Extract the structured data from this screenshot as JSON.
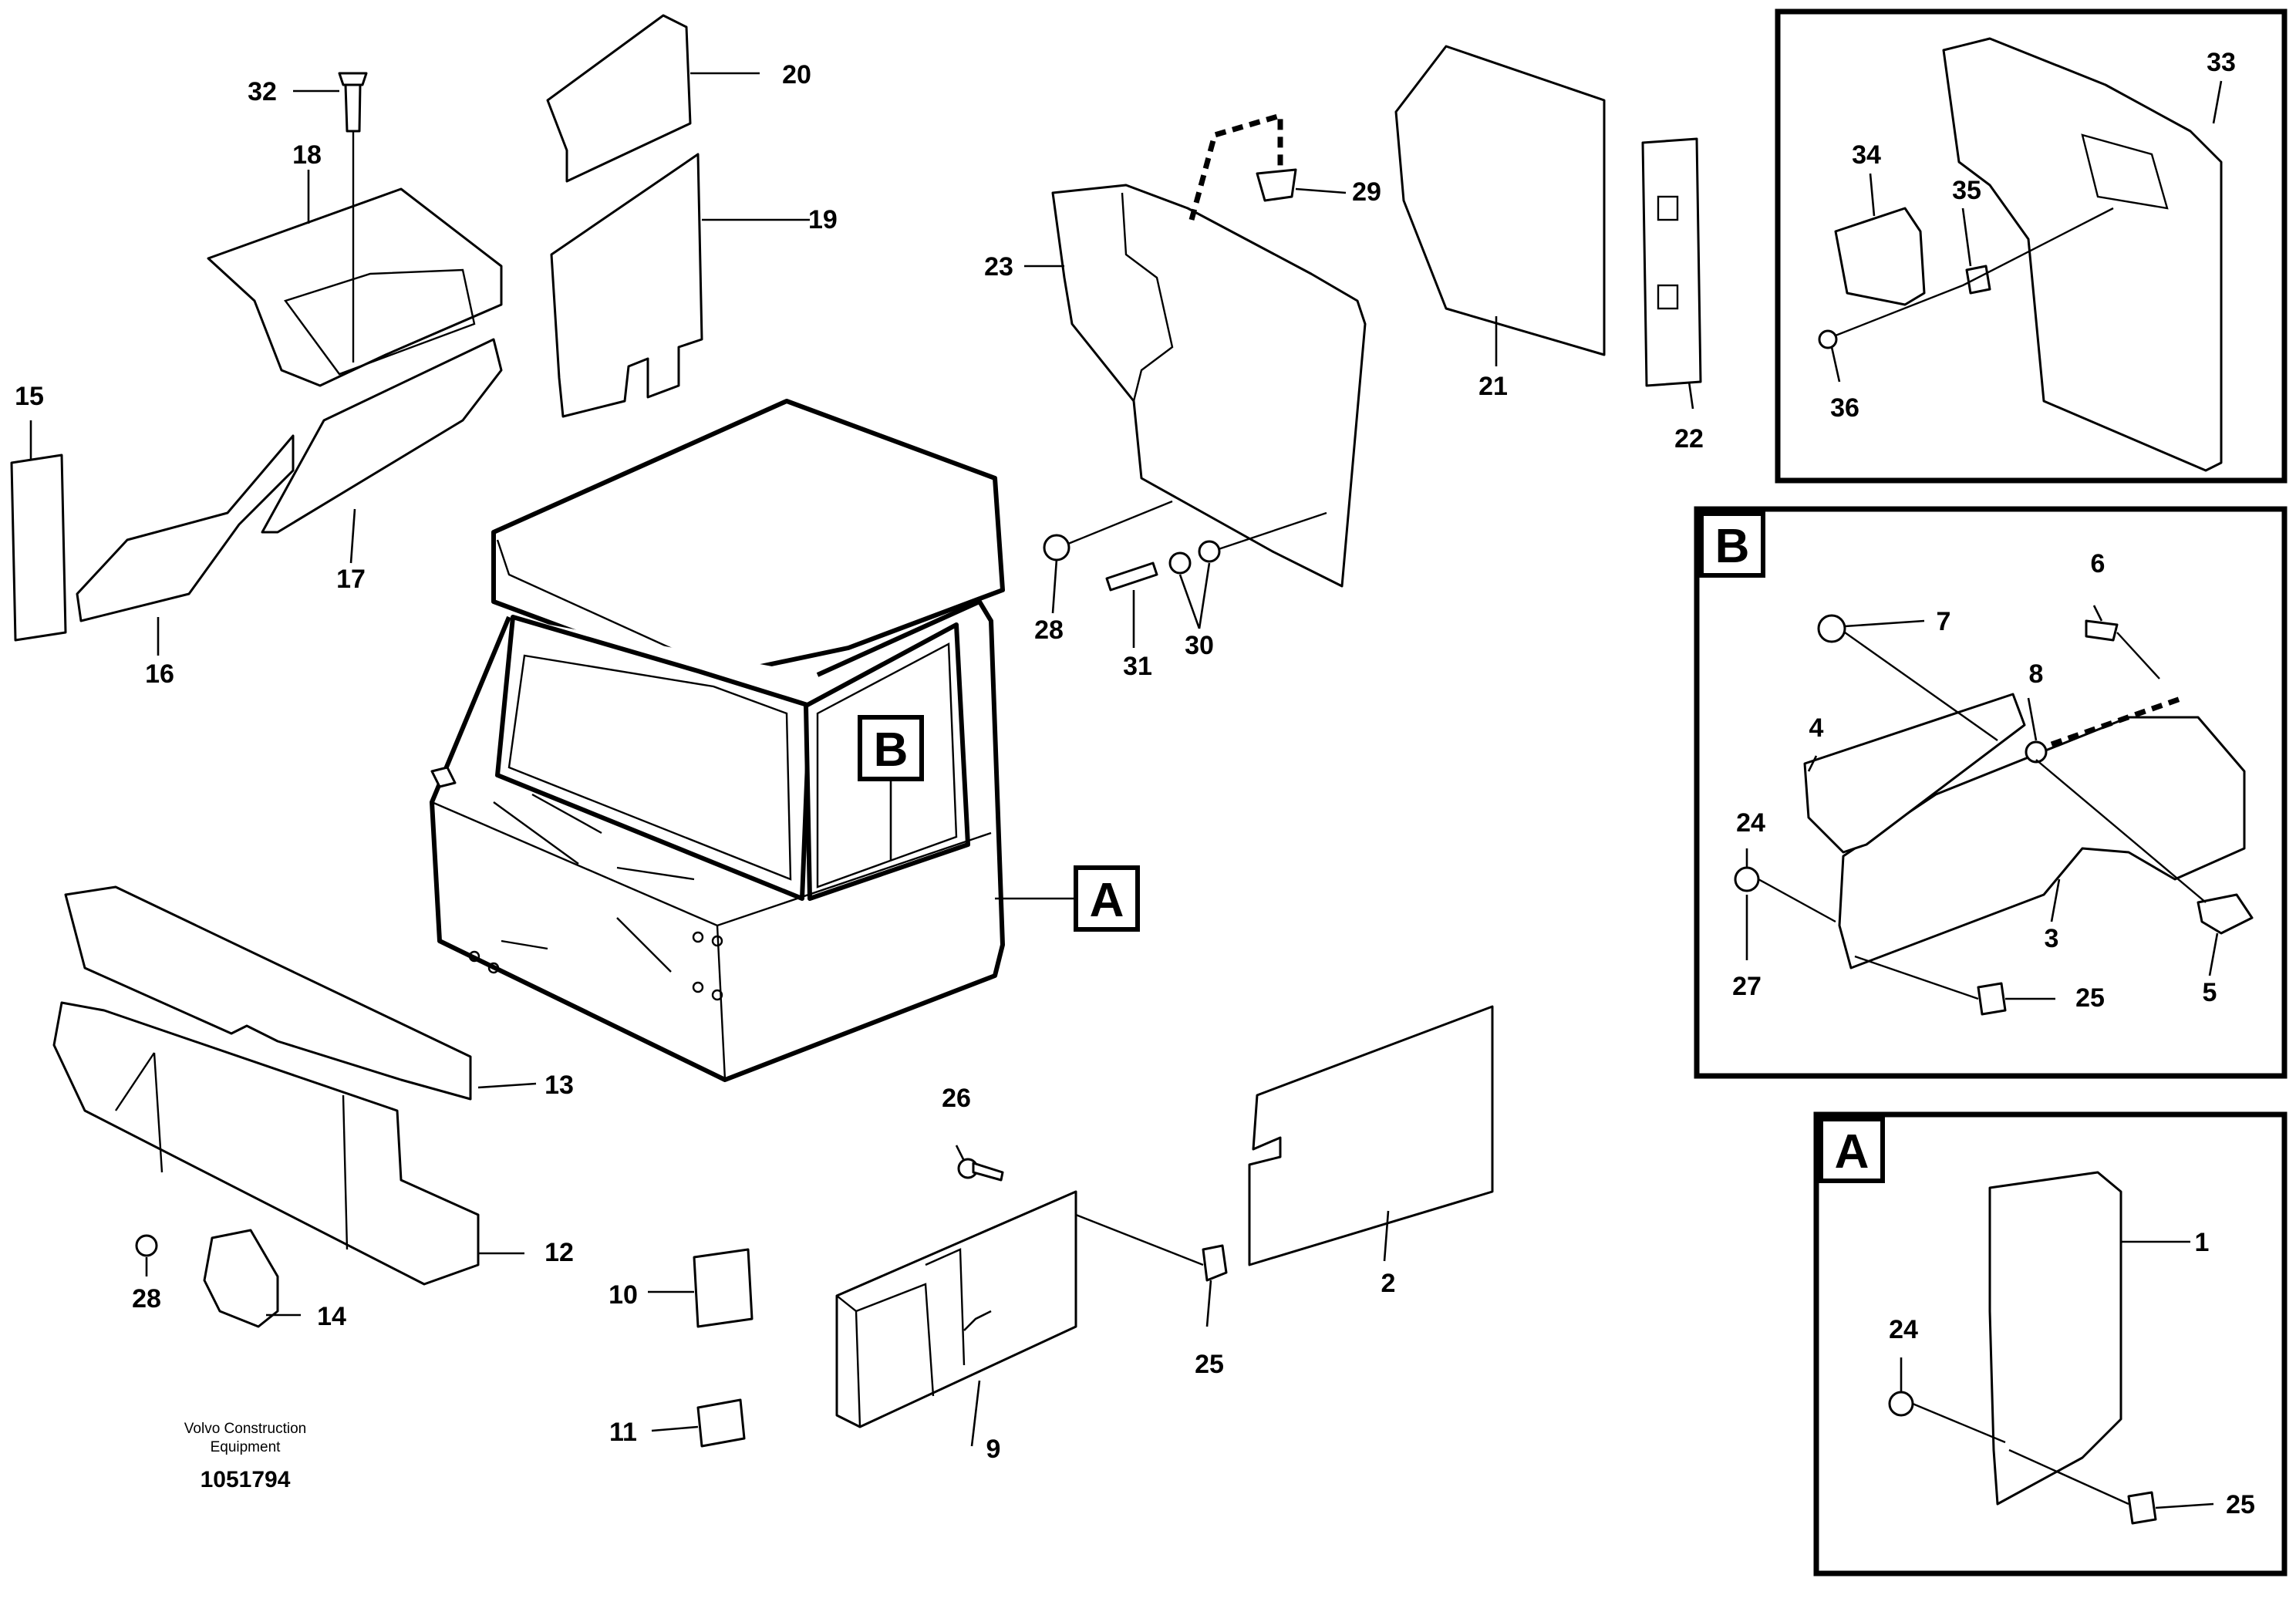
{
  "callouts": {
    "c1": "1",
    "c2": "2",
    "c3": "3",
    "c4": "4",
    "c5": "5",
    "c6": "6",
    "c7": "7",
    "c8": "8",
    "c9": "9",
    "c10": "10",
    "c11": "11",
    "c12": "12",
    "c13": "13",
    "c14": "14",
    "c15": "15",
    "c16": "16",
    "c17": "17",
    "c18": "18",
    "c19": "19",
    "c20": "20",
    "c21": "21",
    "c22": "22",
    "c23": "23",
    "c24": "24",
    "c25": "25",
    "c26": "26",
    "c27": "27",
    "c28": "28",
    "c29": "29",
    "c30": "30",
    "c31": "31",
    "c32": "32",
    "c33": "33",
    "c34": "34",
    "c35": "35",
    "c36": "36"
  },
  "detail_views": {
    "a": "A",
    "b": "B"
  },
  "footer": {
    "company_line1": "Volvo Construction",
    "company_line2": "Equipment",
    "drawing_number": "1051794"
  }
}
